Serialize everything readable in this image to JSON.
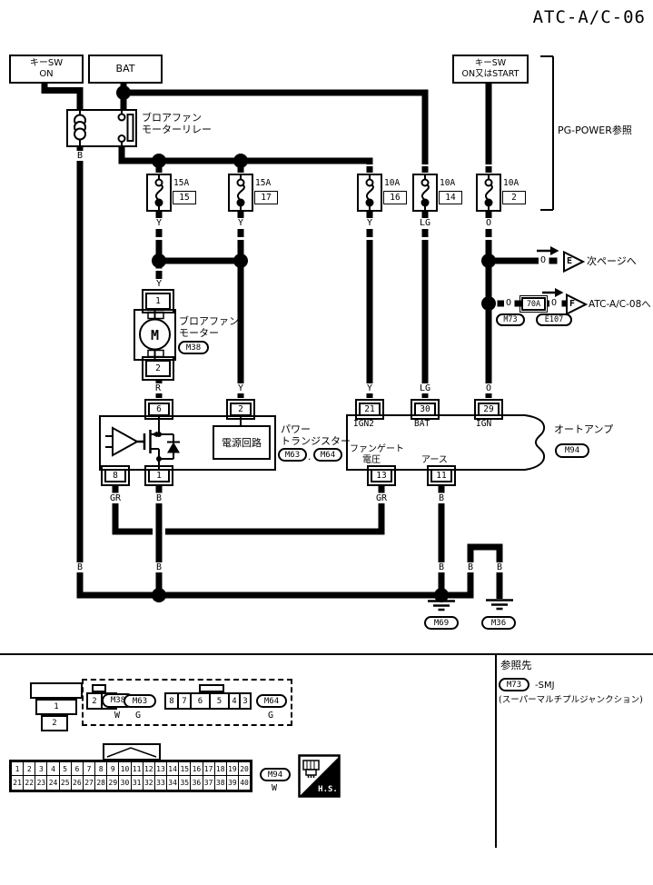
{
  "title": "ATC-A/C-06",
  "power": {
    "key_sw_on_l1": "キーSW",
    "key_sw_on_l2": "ON",
    "bat": "BAT",
    "key_sw_start_l1": "キーSW",
    "key_sw_start_l2": "ON又はSTART",
    "pg_note": "PG-POWER参照"
  },
  "relay": {
    "l1": "ブロアファン",
    "l2": "モーターリレー"
  },
  "fuses": [
    {
      "amp": "15A",
      "num": "15"
    },
    {
      "amp": "15A",
      "num": "17"
    },
    {
      "amp": "10A",
      "num": "16"
    },
    {
      "amp": "10A",
      "num": "14"
    },
    {
      "amp": "10A",
      "num": "2"
    }
  ],
  "wires": {
    "relay_b": "B",
    "f15": "Y",
    "f17": "Y",
    "f16": "Y",
    "f14": "LG",
    "f2": "O",
    "motor_in": "Y",
    "motor_out": "R",
    "pt2_in": "Y",
    "amp21_in": "Y",
    "amp30_in": "LG",
    "amp29_in": "O",
    "pt8_out": "GR",
    "pt1_out": "B",
    "amp13_out": "GR",
    "amp11_out": "B",
    "b1": "B",
    "b2": "B",
    "b3": "B",
    "b4": "B",
    "b5": "B",
    "e_wire": "O",
    "f_wire_in": "O",
    "f_wire_out": "O"
  },
  "motor": {
    "pin1": "1",
    "pin2": "2",
    "m": "M",
    "l1": "ブロアファン",
    "l2": "モーター",
    "conn": "M38"
  },
  "pt": {
    "pin6": "6",
    "pin2": "2",
    "pin8": "8",
    "pin1": "1",
    "power_circuit": "電源回路",
    "l1": "パワー",
    "l2": "トランジスター",
    "conn1": "M63",
    "dot": ".",
    "conn2": "M64"
  },
  "amp": {
    "pin21": "21",
    "pin30": "30",
    "pin29": "29",
    "pin13": "13",
    "pin11": "11",
    "ign2": "IGN2",
    "bat": "BAT",
    "ign": "IGN",
    "fg1": "ファンゲート",
    "fg2": "電圧",
    "earth": "アース",
    "label": "オートアンプ",
    "conn": "M94"
  },
  "arrows": {
    "e_letter": "E",
    "e_label": "次ページへ",
    "f_letter": "F",
    "f_label": "ATC-A/C-08へ",
    "f_fuse": "70A",
    "f_conn1": "M73",
    "f_conn2": "E107"
  },
  "grounds": {
    "g1": "M69",
    "g2": "M36"
  },
  "footer": {
    "ref_title": "参照先",
    "ref_conn": "M73",
    "ref_suffix": "-SMJ",
    "ref_note": "(スーパーマルチプルジャンクション)",
    "m38": {
      "pins": [
        "1",
        "2"
      ],
      "conn": "M38",
      "color": "W"
    },
    "m63": {
      "pins": [
        "2",
        "1"
      ],
      "conn": "M63",
      "color": "G"
    },
    "m64": {
      "pins": [
        "8",
        "7",
        "6",
        "5",
        "4",
        "3"
      ],
      "conn": "M64",
      "color": "G"
    },
    "m94": {
      "row1": [
        "1",
        "2",
        "3",
        "4",
        "5",
        "6",
        "7",
        "8",
        "9",
        "10",
        "11",
        "12",
        "13",
        "14",
        "15",
        "16",
        "17",
        "18",
        "19",
        "20"
      ],
      "row2": [
        "21",
        "22",
        "23",
        "24",
        "25",
        "26",
        "27",
        "28",
        "29",
        "30",
        "31",
        "32",
        "33",
        "34",
        "35",
        "36",
        "37",
        "38",
        "39",
        "40"
      ],
      "conn": "M94",
      "color": "W"
    },
    "hs": "H.S."
  }
}
